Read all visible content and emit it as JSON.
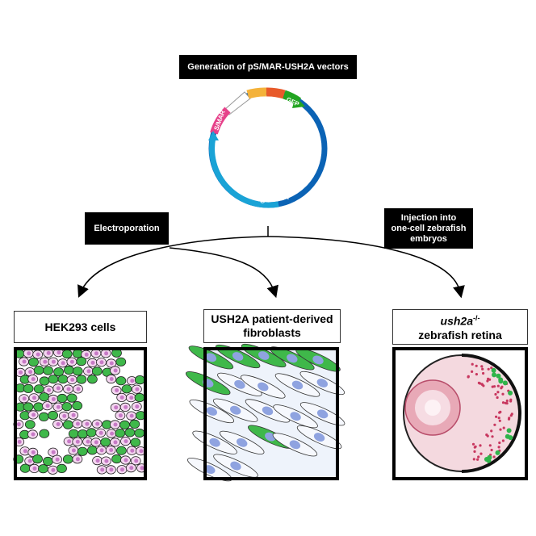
{
  "header": {
    "title": "Generation of pS/MAR-USH2A vectors"
  },
  "plasmid": {
    "labels": {
      "smar": "S/MAR",
      "gfp": "GFP",
      "ush2a": "USH2A"
    },
    "colors": {
      "backbone": "#0b63b5",
      "ush2a": "#1aa3d6",
      "smar": "#e6418a",
      "gfp": "#22a521",
      "promoter": "#f4b23a",
      "promoter2": "#e85a2a",
      "white": "#ffffff"
    }
  },
  "methods": {
    "electroporation": "Electroporation",
    "injection": [
      "Injection into",
      "one-cell zebrafish",
      "embryos"
    ]
  },
  "panels": {
    "hek": {
      "title": "HEK293 cells"
    },
    "fibro": {
      "title_lines": [
        "USH2A patient-derived",
        "fibroblasts"
      ]
    },
    "zebra": {
      "title_gene": "ush2a",
      "title_sup": "-/-",
      "title_line2": "zebrafish retina"
    }
  }
}
